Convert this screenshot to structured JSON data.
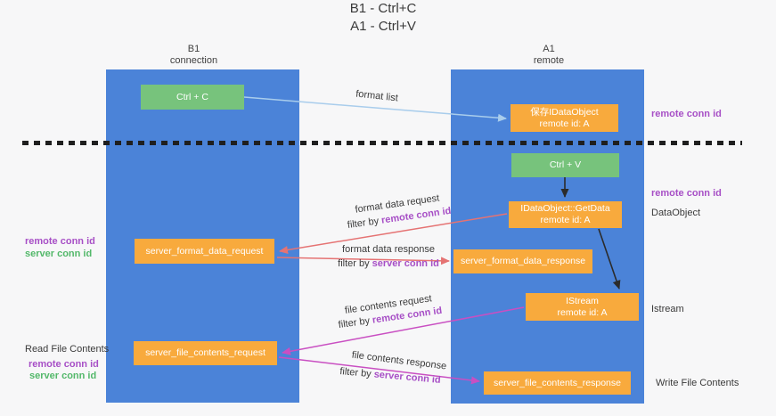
{
  "title": {
    "line1": "B1 - Ctrl+C",
    "line2": "A1 - Ctrl+V"
  },
  "lanes": {
    "left": {
      "name": "B1",
      "subtitle": "connection"
    },
    "right": {
      "name": "A1",
      "subtitle": "remote"
    }
  },
  "boxes": {
    "ctrl_c": {
      "label": "Ctrl + C"
    },
    "save_idataobject": {
      "line1": "保存IDataObject",
      "line2": "remote id: A"
    },
    "ctrl_v": {
      "label": "Ctrl + V"
    },
    "getdata": {
      "line1": "IDataObject::GetData",
      "line2": "remote id: A"
    },
    "format_request": {
      "label": "server_format_data_request"
    },
    "format_response": {
      "label": "server_format_data_response"
    },
    "istream": {
      "line1": "IStream",
      "line2": "remote id: A"
    },
    "file_request": {
      "label": "server_file_contents_request"
    },
    "file_response": {
      "label": "server_file_contents_response"
    }
  },
  "flow_labels": {
    "format_list": "format list",
    "format_request": "format data request",
    "format_request_filter": {
      "prefix": "filter by ",
      "keyword": "remote conn id"
    },
    "format_response": "format data response",
    "format_response_filter": {
      "prefix": "filter by ",
      "keyword": "server conn id"
    },
    "file_request": "file contents request",
    "file_request_filter": {
      "prefix": "filter by ",
      "keyword": "remote conn id"
    },
    "file_response": "file contents response",
    "file_response_filter": {
      "prefix": "filter by ",
      "keyword": "server conn id"
    }
  },
  "side_labels": {
    "remote_conn_top_right": "remote conn id",
    "remote_conn_mid_right": "remote conn id",
    "dataobject": "DataObject",
    "istream": "Istream",
    "write_file_contents": "Write File Contents",
    "read_file_contents": "Read File Contents",
    "left_mid_remote": "remote conn id",
    "left_mid_server": "server conn id",
    "left_bottom_remote": "remote conn id",
    "left_bottom_server": "server conn id"
  },
  "colors": {
    "lane_blue": "#4b83d8",
    "box_orange": "#f8aa3d",
    "box_green": "#77c37c",
    "text_purple": "#a74fc6",
    "text_green": "#53b86a",
    "arrow_blue": "#a9cdec",
    "arrow_red": "#e57373",
    "arrow_magenta": "#c94fc2",
    "arrow_black": "#2b2b2b"
  }
}
